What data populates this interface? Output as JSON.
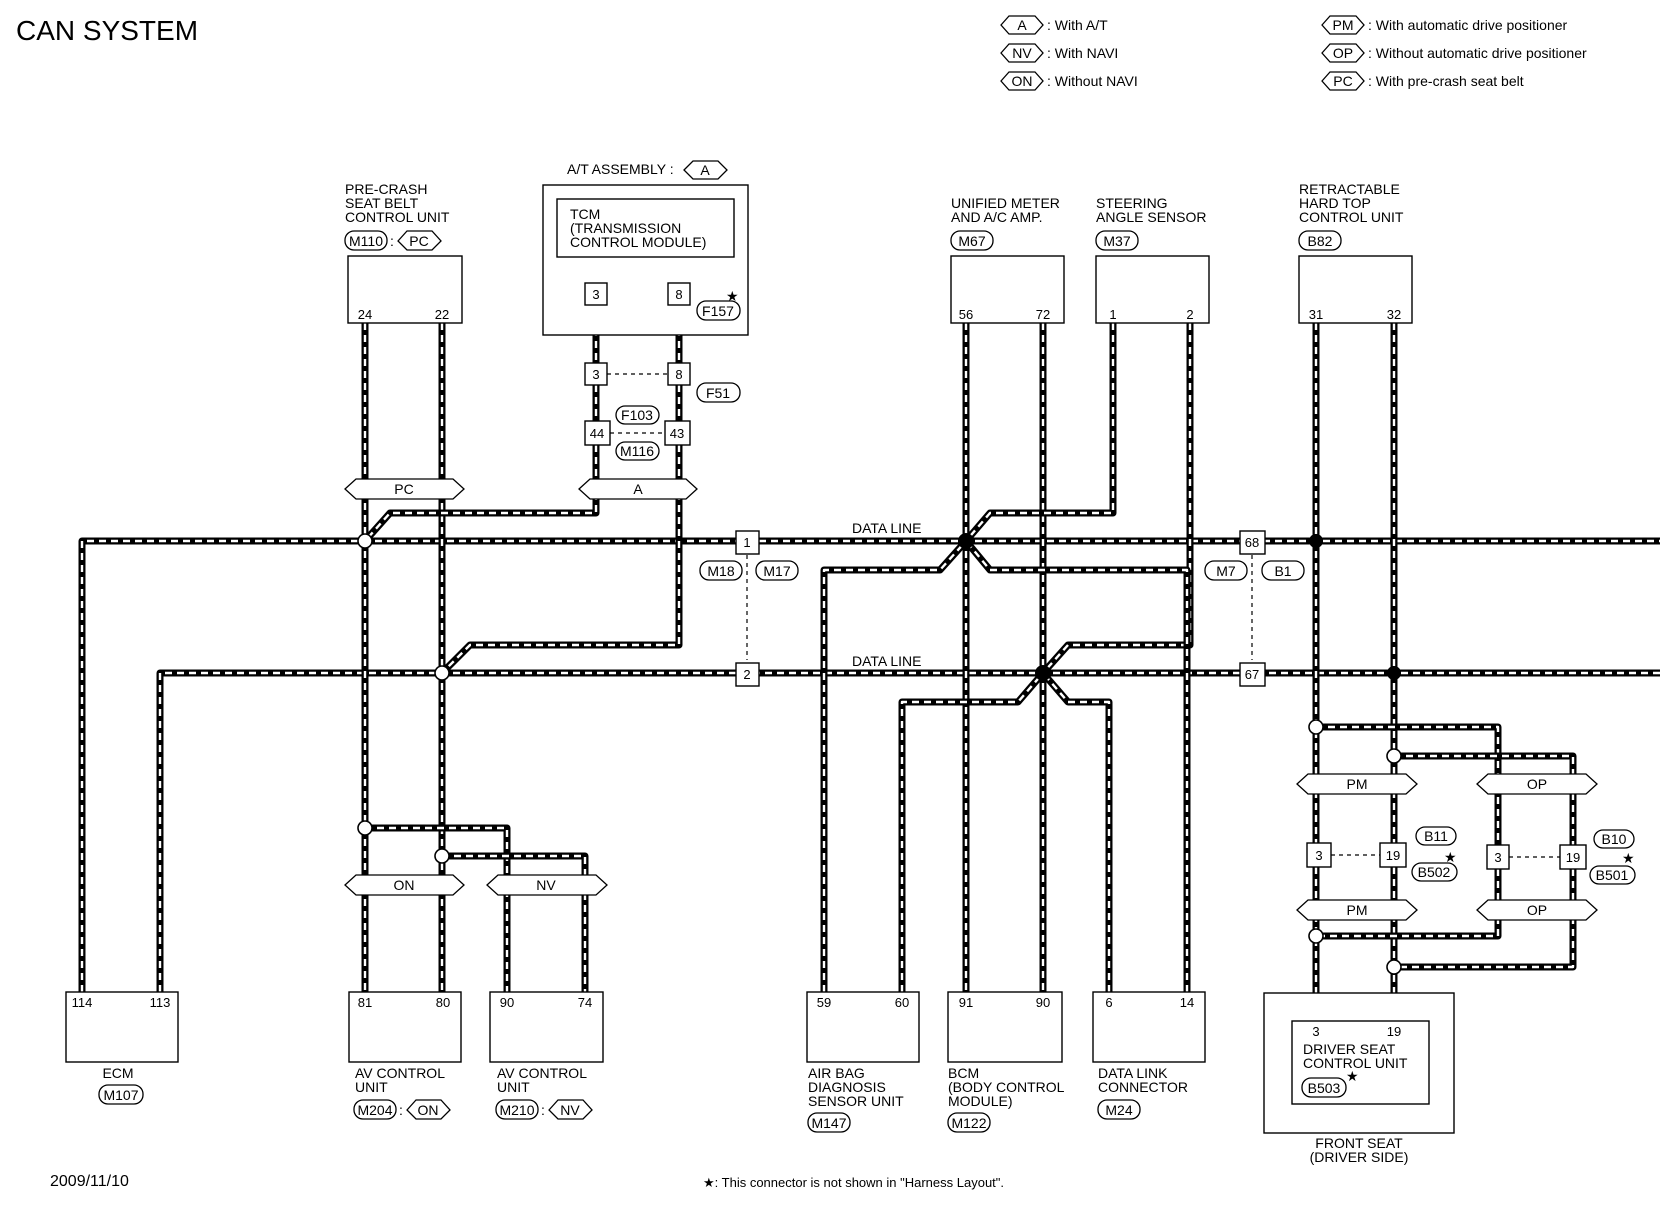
{
  "title": "CAN SYSTEM",
  "date": "2009/11/10",
  "footnote": "★: This connector is not shown in \"Harness Layout\".",
  "legend": [
    {
      "code": "A",
      "text": ": With A/T"
    },
    {
      "code": "NV",
      "text": ": With NAVI"
    },
    {
      "code": "ON",
      "text": ": Without NAVI"
    },
    {
      "code": "PM",
      "text": ": With automatic drive positioner"
    },
    {
      "code": "OP",
      "text": ": Without automatic drive positioner"
    },
    {
      "code": "PC",
      "text": ": With pre-crash seat belt"
    }
  ],
  "data_line_label": "DATA LINE",
  "at_assembly": {
    "label": "A/T ASSEMBLY :",
    "code": "A"
  },
  "tcm": {
    "lines": [
      "TCM",
      "(TRANSMISSION",
      " CONTROL MODULE)"
    ]
  },
  "modules": {
    "precrash": {
      "lines": [
        "PRE-CRASH",
        "SEAT BELT",
        "CONTROL UNIT"
      ],
      "connector": "M110",
      "code": "PC",
      "pins": [
        "24",
        "22"
      ]
    },
    "meter": {
      "lines": [
        "UNIFIED METER",
        "AND A/C AMP."
      ],
      "connector": "M67",
      "pins": [
        "56",
        "72"
      ]
    },
    "steering": {
      "lines": [
        "STEERING",
        "ANGLE SENSOR"
      ],
      "connector": "M37",
      "pins": [
        "1",
        "2"
      ]
    },
    "hardtop": {
      "lines": [
        "RETRACTABLE",
        "HARD TOP",
        "CONTROL UNIT"
      ],
      "connector": "B82",
      "pins": [
        "31",
        "32"
      ]
    },
    "ecm": {
      "lines": [
        "ECM"
      ],
      "connector": "M107",
      "pins": [
        "114",
        "113"
      ]
    },
    "av_on": {
      "lines": [
        "AV CONTROL",
        "UNIT"
      ],
      "connector": "M204",
      "code": "ON",
      "pins": [
        "81",
        "80"
      ]
    },
    "av_nv": {
      "lines": [
        "AV CONTROL",
        "UNIT"
      ],
      "connector": "M210",
      "code": "NV",
      "pins": [
        "90",
        "74"
      ]
    },
    "airbag": {
      "lines": [
        "AIR BAG",
        "DIAGNOSIS",
        "SENSOR UNIT"
      ],
      "connector": "M147",
      "pins": [
        "59",
        "60"
      ]
    },
    "bcm": {
      "lines": [
        "BCM",
        "(BODY CONTROL",
        " MODULE)"
      ],
      "connector": "M122",
      "pins": [
        "91",
        "90"
      ]
    },
    "dlc": {
      "lines": [
        "DATA LINK",
        "CONNECTOR"
      ],
      "connector": "M24",
      "pins": [
        "6",
        "14"
      ]
    },
    "driverseat": {
      "lines": [
        "DRIVER SEAT",
        "CONTROL UNIT"
      ],
      "connector": "B503",
      "pins": [
        "3",
        "19"
      ]
    }
  },
  "front_seat": {
    "lines": [
      "FRONT SEAT",
      "(DRIVER SIDE)"
    ]
  },
  "joint_connectors": {
    "f157": {
      "pins": [
        "3",
        "8"
      ],
      "connector": "F157"
    },
    "f51": {
      "pins": [
        "3",
        "8"
      ],
      "connector": "F51"
    },
    "f103": {
      "pins": [
        "44",
        "43"
      ],
      "connectors": [
        "F103",
        "M116"
      ]
    },
    "m18": {
      "pins": [
        "1",
        "2"
      ],
      "connectors": [
        "M18",
        "M17"
      ]
    },
    "m7": {
      "pins": [
        "68",
        "67"
      ],
      "connectors": [
        "M7",
        "B1"
      ]
    },
    "b11": {
      "pins": [
        "3",
        "19"
      ],
      "connectors": [
        "B11",
        "B502"
      ]
    },
    "b10": {
      "pins": [
        "3",
        "19"
      ],
      "connectors": [
        "B10",
        "B501"
      ]
    }
  },
  "option_tags": {
    "pc": "PC",
    "a": "A",
    "on": "ON",
    "nv": "NV",
    "pm": "PM",
    "op": "OP"
  },
  "star": "★"
}
